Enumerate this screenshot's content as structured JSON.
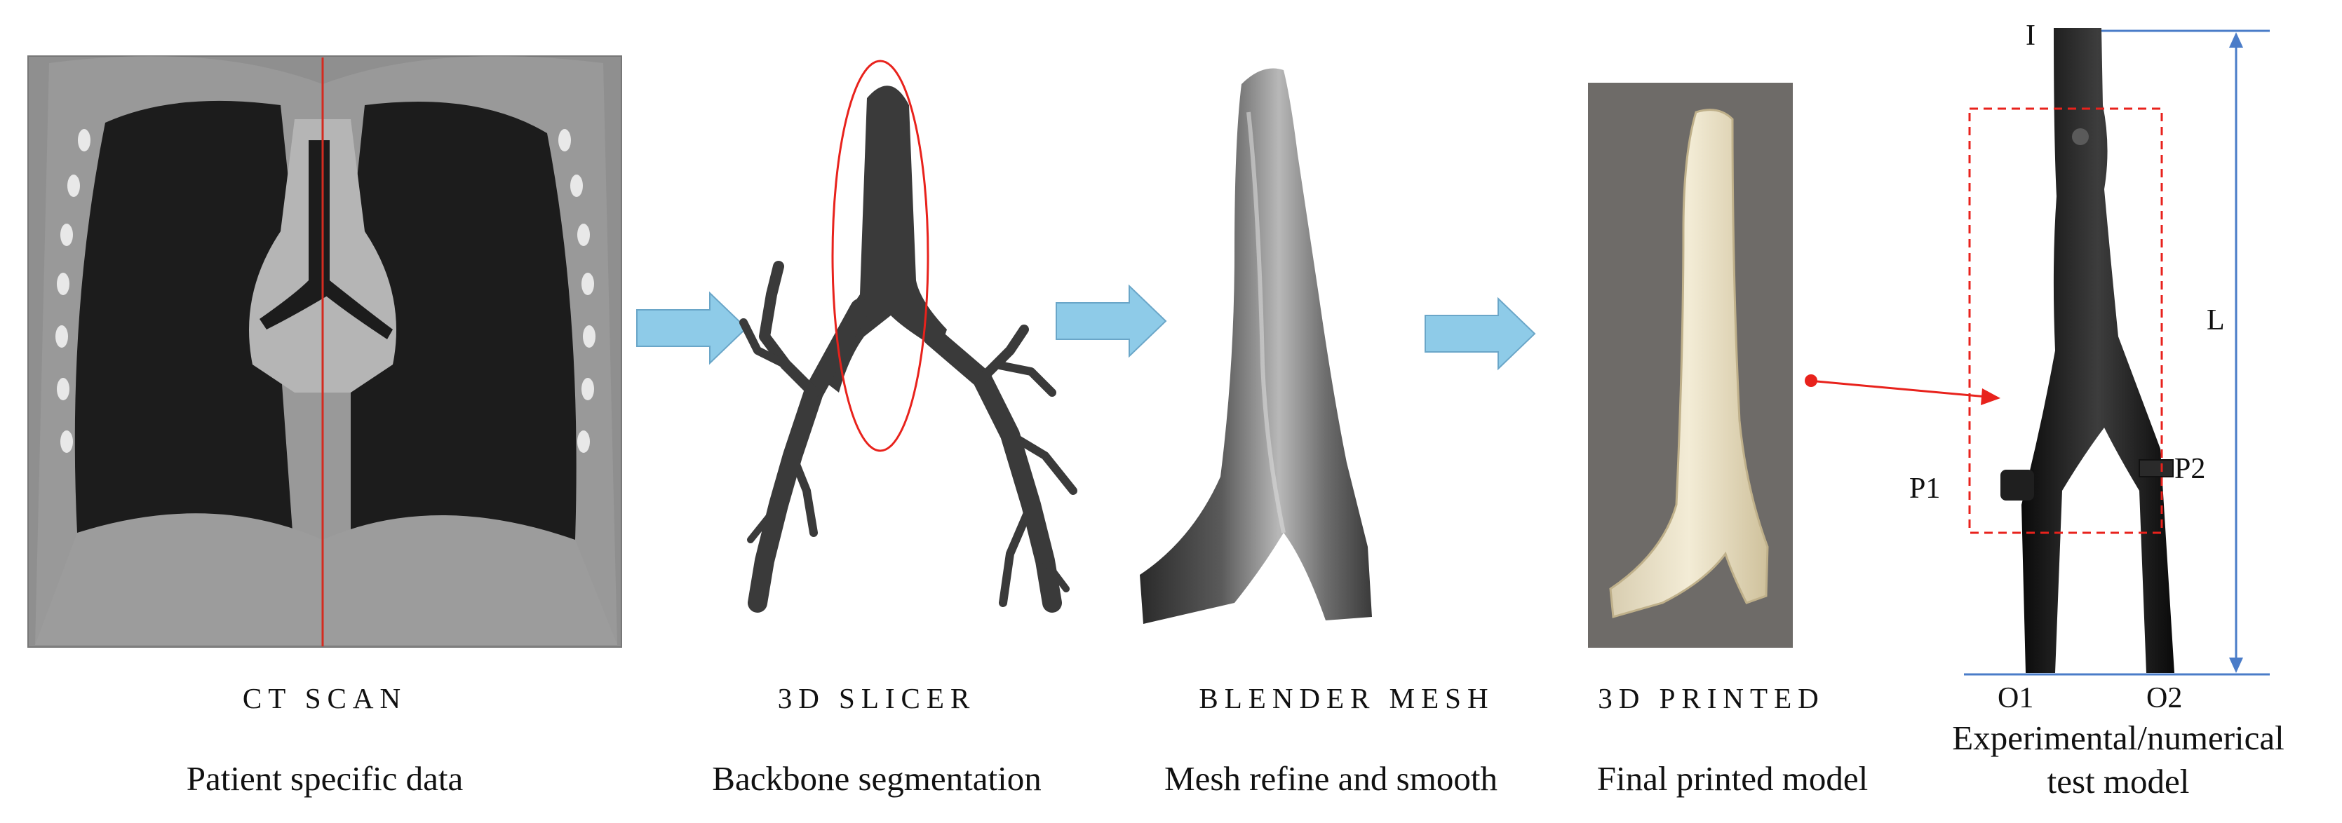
{
  "steps": [
    {
      "title": "CT SCAN",
      "description": "Patient specific data"
    },
    {
      "title": "3D SLICER",
      "description": "Backbone segmentation"
    },
    {
      "title": "BLENDER MESH",
      "description": "Mesh refine and smooth"
    },
    {
      "title": "3D PRINTED",
      "description": "Final printed model"
    }
  ],
  "test_model": {
    "description_line1": "Experimental/numerical",
    "description_line2": "test model",
    "labels": {
      "inlet": "I",
      "length": "L",
      "port1": "P1",
      "port2": "P2",
      "outlet1": "O1",
      "outlet2": "O2"
    }
  },
  "colors": {
    "flow_arrow": "#8ecbe8",
    "highlight": "#e8221c",
    "dimension": "#4a7cc8",
    "model_dark": "#1f1f1f"
  }
}
